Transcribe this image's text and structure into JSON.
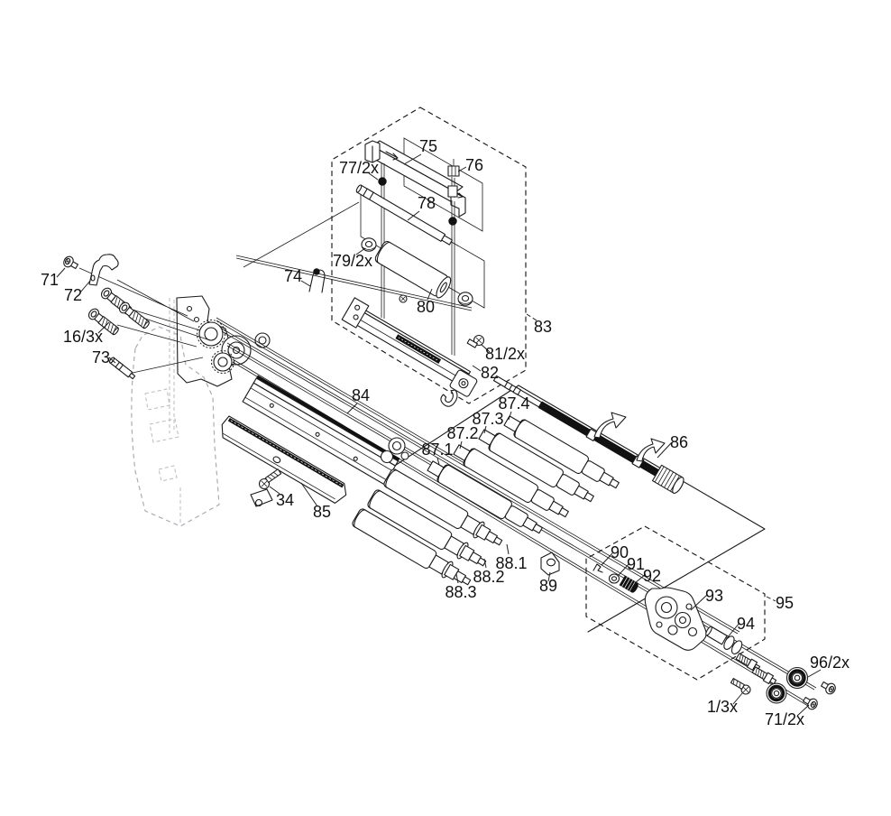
{
  "diagram": {
    "type": "exploded-parts-diagram",
    "colors": {
      "line": "#1a1a1a",
      "dark_fill": "#111111",
      "ghost": "#a9adb3",
      "background": "#ffffff"
    },
    "callouts": {
      "c71": "71",
      "c72": "72",
      "c16": "16/3x",
      "c73": "73",
      "c74": "74",
      "c75": "75",
      "c76": "76",
      "c77": "77/2x",
      "c78": "78",
      "c79": "79/2x",
      "c80": "80",
      "c81": "81/2x",
      "c82": "82",
      "c83": "83",
      "c84": "84",
      "c34": "34",
      "c85": "85",
      "c86": "86",
      "c87_1": "87.1",
      "c87_2": "87.2",
      "c87_3": "87.3",
      "c87_4": "87.4",
      "c88_1": "88.1",
      "c88_2": "88.2",
      "c88_3": "88.3",
      "c89": "89",
      "c90": "90",
      "c91": "91",
      "c92": "92",
      "c93": "93",
      "c94": "94",
      "c95": "95",
      "c96": "96/2x",
      "c1": "1/3x",
      "c71b": "71/2x"
    }
  }
}
